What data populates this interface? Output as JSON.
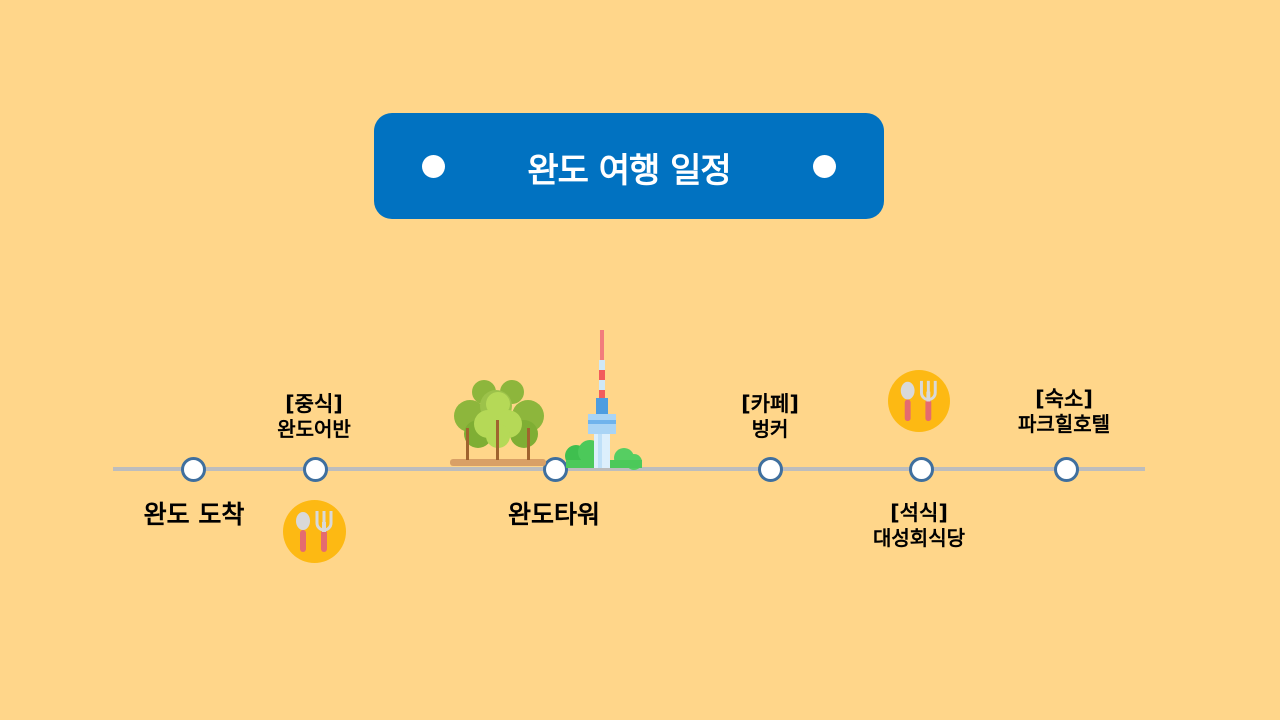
{
  "title": "완도 여행 일정",
  "stops": [
    {
      "name": "완도 도착"
    },
    {
      "category": "[중식]",
      "name": "완도어반"
    },
    {
      "name": "완도타워"
    },
    {
      "category": "[카페]",
      "name": "벙커"
    },
    {
      "category": "[석식]",
      "name": "대성회식당"
    },
    {
      "category": "[숙소]",
      "name": "파크힐호텔"
    }
  ],
  "icons": {
    "lunch": "spoon-fork-icon",
    "dinner": "spoon-fork-icon",
    "landmark": "tower-park-illustration"
  },
  "colors": {
    "background": "#FFD68A",
    "banner": "#0172C1",
    "line": "#BDBDBD",
    "node_border": "#3F6F9E",
    "food_circle": "#FDB913"
  }
}
